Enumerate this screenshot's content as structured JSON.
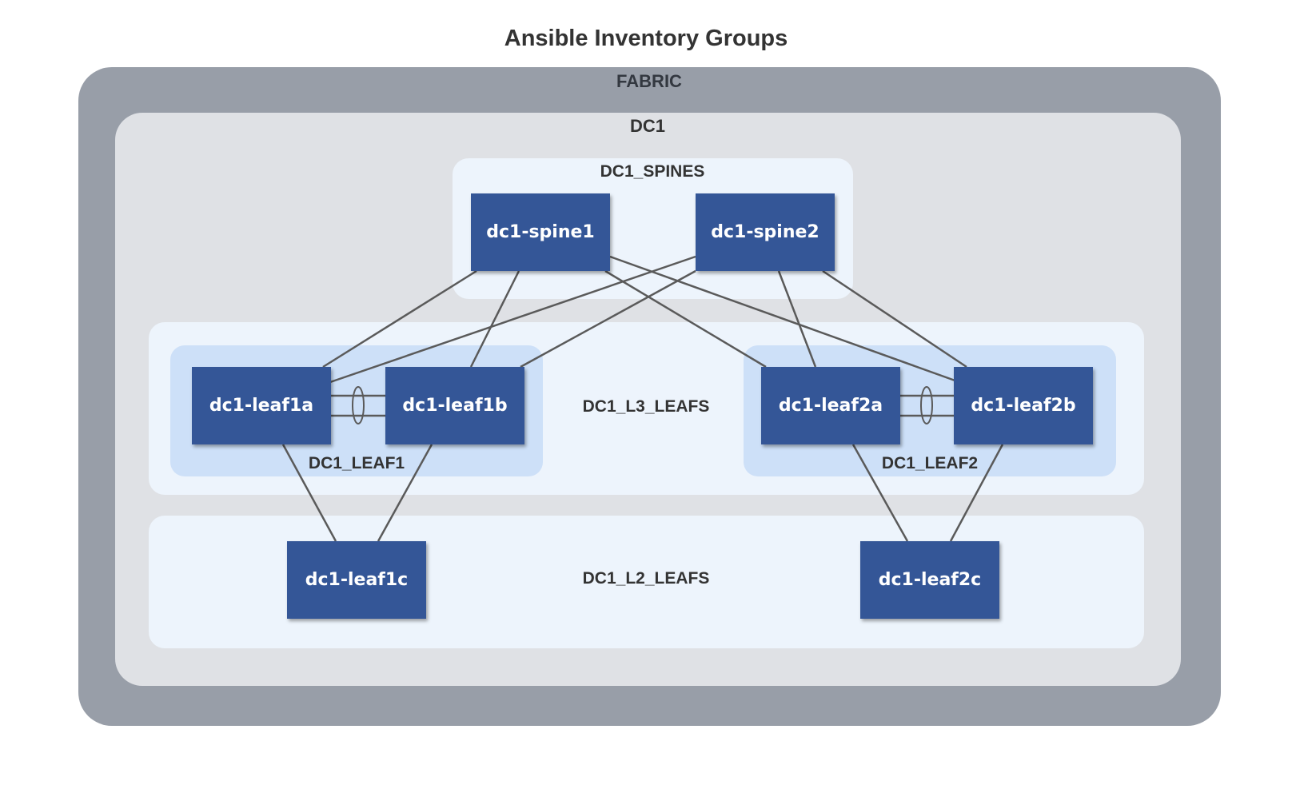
{
  "title": "Ansible Inventory Groups",
  "groups": {
    "fabric": "FABRIC",
    "dc1": "DC1",
    "dc1_spines": "DC1_SPINES",
    "dc1_l3_leafs": "DC1_L3_LEAFS",
    "dc1_l2_leafs": "DC1_L2_LEAFS",
    "dc1_leaf1": "DC1_LEAF1",
    "dc1_leaf2": "DC1_LEAF2"
  },
  "nodes": {
    "spine1": "dc1-spine1",
    "spine2": "dc1-spine2",
    "leaf1a": "dc1-leaf1a",
    "leaf1b": "dc1-leaf1b",
    "leaf2a": "dc1-leaf2a",
    "leaf2b": "dc1-leaf2b",
    "leaf1c": "dc1-leaf1c",
    "leaf2c": "dc1-leaf2c"
  },
  "links": [
    [
      "spine1",
      "leaf1a"
    ],
    [
      "spine1",
      "leaf1b"
    ],
    [
      "spine1",
      "leaf2a"
    ],
    [
      "spine1",
      "leaf2b"
    ],
    [
      "spine2",
      "leaf1a"
    ],
    [
      "spine2",
      "leaf1b"
    ],
    [
      "spine2",
      "leaf2a"
    ],
    [
      "spine2",
      "leaf2b"
    ],
    [
      "leaf1a",
      "leaf1c"
    ],
    [
      "leaf1b",
      "leaf1c"
    ],
    [
      "leaf2a",
      "leaf2c"
    ],
    [
      "leaf2b",
      "leaf2c"
    ]
  ],
  "mlag_pairs": [
    [
      "leaf1a",
      "leaf1b"
    ],
    [
      "leaf2a",
      "leaf2b"
    ]
  ],
  "colors": {
    "node_fill": "#345697",
    "fabric_fill": "#989ea8",
    "dc1_fill": "#dfe1e5",
    "group_fill": "#edf4fc",
    "pair_fill": "#cde0f8",
    "link": "#5a5a5a"
  }
}
